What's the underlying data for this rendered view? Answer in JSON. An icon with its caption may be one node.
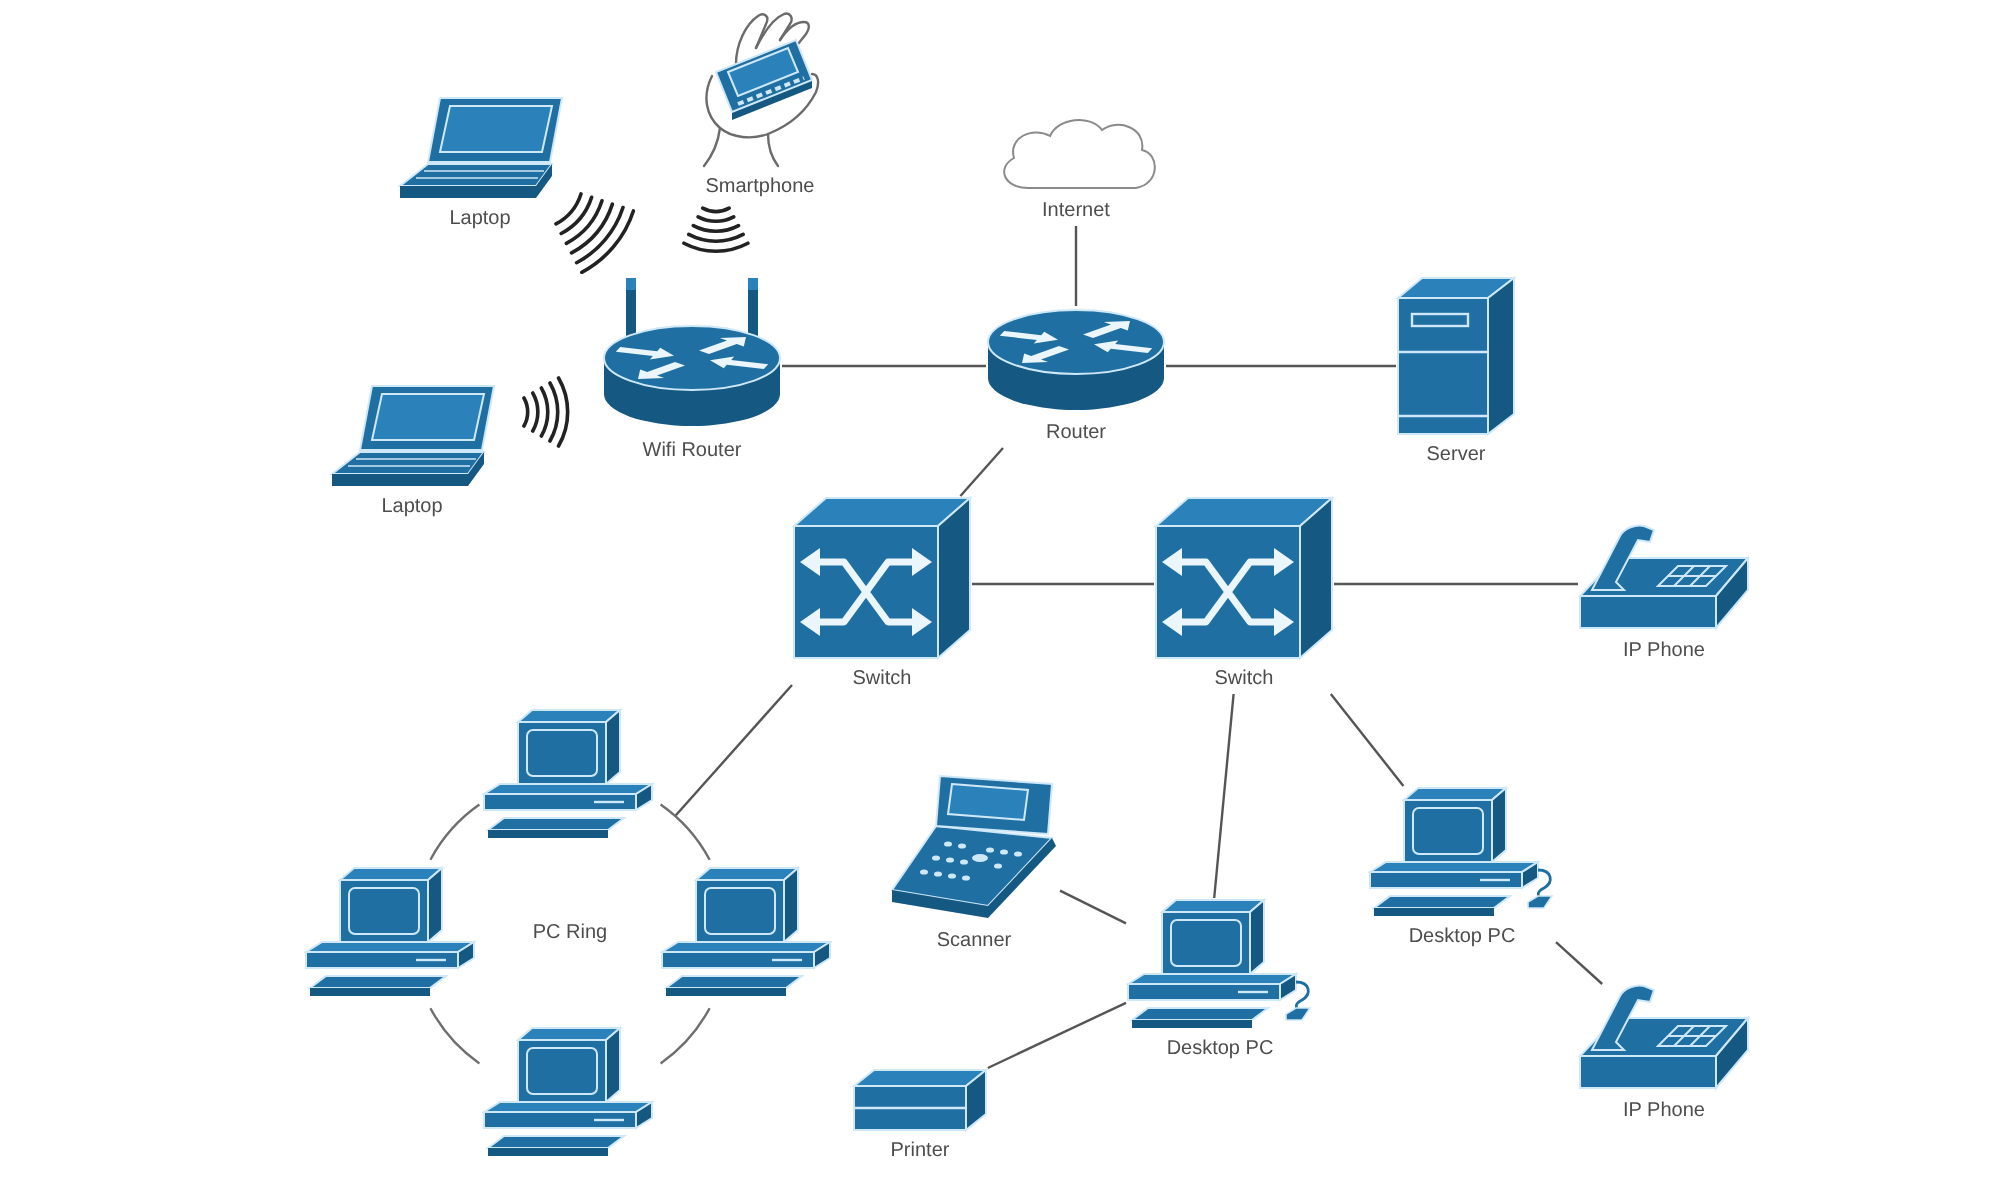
{
  "diagram": {
    "nodes": [
      {
        "text": [
          "Laptop"
        ]
      },
      {
        "text": [
          "Smartphone"
        ]
      },
      {
        "text": [
          "Internet"
        ]
      },
      {
        "text": [
          "Laptop"
        ]
      },
      {
        "text": [
          "Wifi Router"
        ]
      },
      {
        "text": [
          "Router"
        ]
      },
      {
        "text": [
          "Server"
        ]
      },
      {
        "text": [
          "Switch"
        ]
      },
      {
        "text": [
          "Switch"
        ]
      },
      {
        "text": [
          "IP Phone"
        ]
      },
      {
        "text": [
          "PC Ring"
        ]
      },
      {
        "text": [],
        "shape": "picture"
      },
      {
        "text": [],
        "shape": "picture"
      },
      {
        "text": [],
        "shape": "picture"
      },
      {
        "text": [],
        "shape": "picture"
      },
      {
        "text": [
          "Scanner"
        ]
      },
      {
        "text": [
          "Desktop PC"
        ]
      },
      {
        "text": [
          "Desktop PC"
        ]
      },
      {
        "text": [
          "Printer"
        ]
      },
      {
        "text": [
          "IP Phone"
        ]
      }
    ],
    "edges": [
      {
        "from": 2,
        "to": 5,
        "arrow": "none"
      },
      {
        "from": 4,
        "to": 5,
        "arrow": "none"
      },
      {
        "from": 5,
        "to": 6,
        "arrow": "none"
      },
      {
        "from": 5,
        "to": 7,
        "arrow": "none"
      },
      {
        "from": 7,
        "to": 8,
        "arrow": "none"
      },
      {
        "from": 8,
        "to": 9,
        "arrow": "none"
      },
      {
        "from": 7,
        "to": 10,
        "arrow": "none"
      },
      {
        "from": 8,
        "to": 16,
        "arrow": "none"
      },
      {
        "from": 8,
        "to": 17,
        "arrow": "none"
      },
      {
        "from": 15,
        "to": 16,
        "arrow": "none"
      },
      {
        "from": 18,
        "to": 16,
        "arrow": "none"
      },
      {
        "from": 17,
        "to": 19,
        "arrow": "none"
      }
    ]
  }
}
